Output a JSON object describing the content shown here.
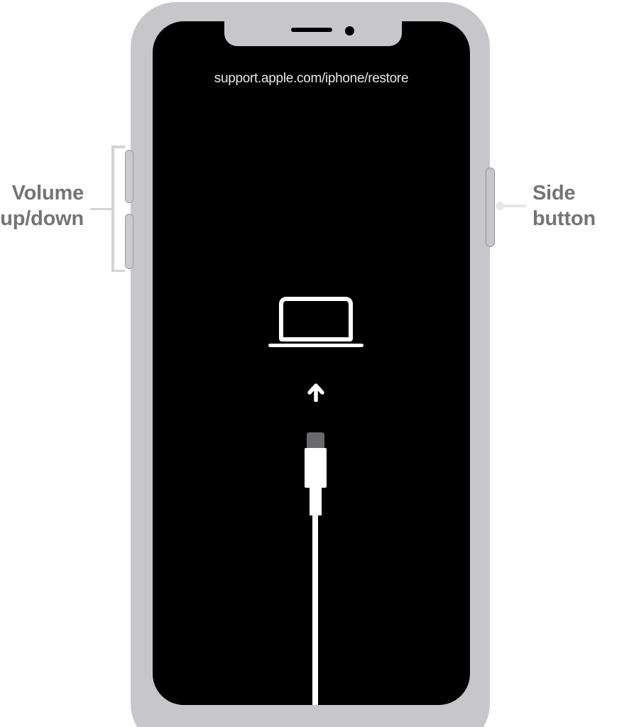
{
  "diagram": {
    "title": "iphone-recovery-mode-diagram",
    "screen_url": "support.apple.com/iphone/restore",
    "labels": {
      "volume": {
        "line1": "Volume",
        "line2": "up/down"
      },
      "side": {
        "line1": "Side",
        "line2": "button"
      }
    },
    "colors": {
      "page_bg": "#ffffff",
      "phone_body": "#c7c7cb",
      "screen": "#000000",
      "url_text": "#e8e8e8",
      "label_text": "#747477",
      "bracket": "#d3d3d6",
      "leader": "#e6e6e8",
      "button_fill": "#cbcbcf",
      "button_border": "#9b9b9f",
      "side_button_border": "#919195",
      "icon_white": "#ffffff",
      "cable_tip": "#69696c"
    },
    "icons": {
      "laptop": "laptop-icon",
      "arrow": "arrow-up-icon",
      "cable": "lightning-cable-icon",
      "speaker": "earpiece-speaker-icon",
      "camera": "front-camera-icon"
    }
  }
}
